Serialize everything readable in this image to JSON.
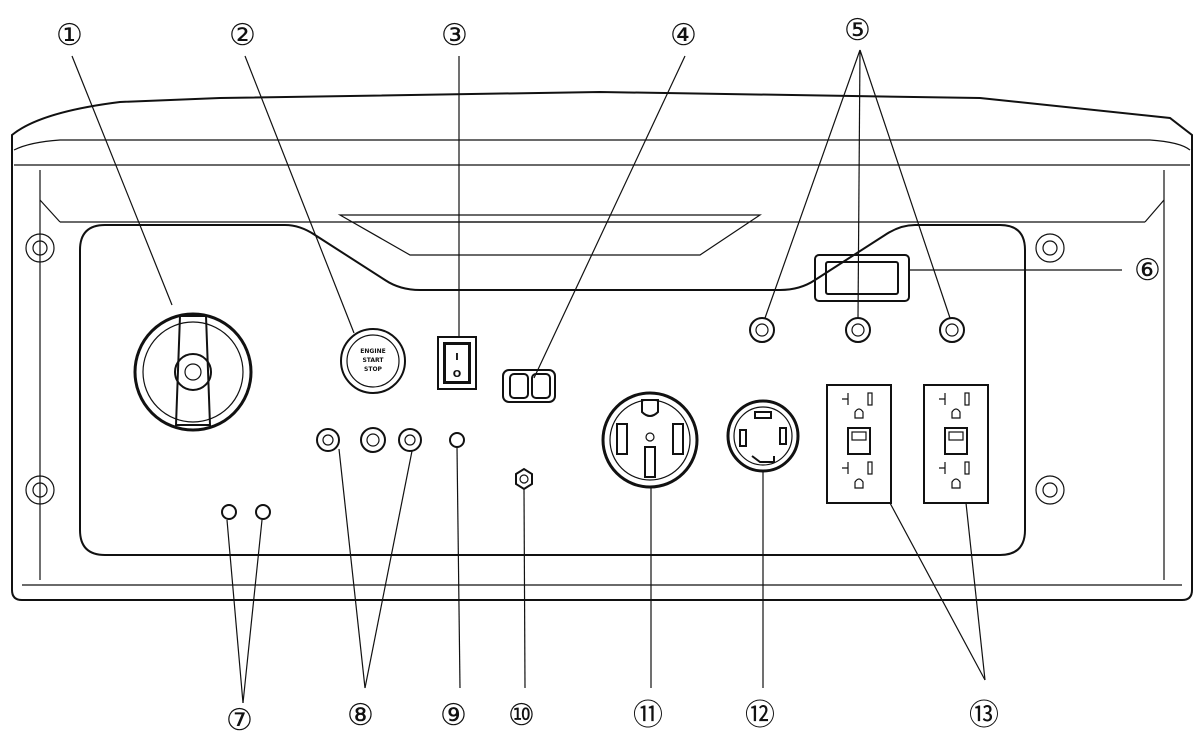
{
  "callouts": [
    {
      "id": "1",
      "label": "①"
    },
    {
      "id": "2",
      "label": "②"
    },
    {
      "id": "3",
      "label": "③"
    },
    {
      "id": "4",
      "label": "④"
    },
    {
      "id": "5",
      "label": "⑤"
    },
    {
      "id": "6",
      "label": "⑥"
    },
    {
      "id": "7",
      "label": "⑦"
    },
    {
      "id": "8",
      "label": "⑧"
    },
    {
      "id": "9",
      "label": "⑨"
    },
    {
      "id": "10",
      "label": "⑩"
    },
    {
      "id": "11",
      "label": "⑪"
    },
    {
      "id": "12",
      "label": "⑫"
    },
    {
      "id": "13",
      "label": "⑬"
    }
  ],
  "start_button": {
    "line1": "ENGINE",
    "line2": "START",
    "line3": "STOP"
  },
  "rocker_switch": {
    "on_mark": "I",
    "off_mark": "O"
  }
}
